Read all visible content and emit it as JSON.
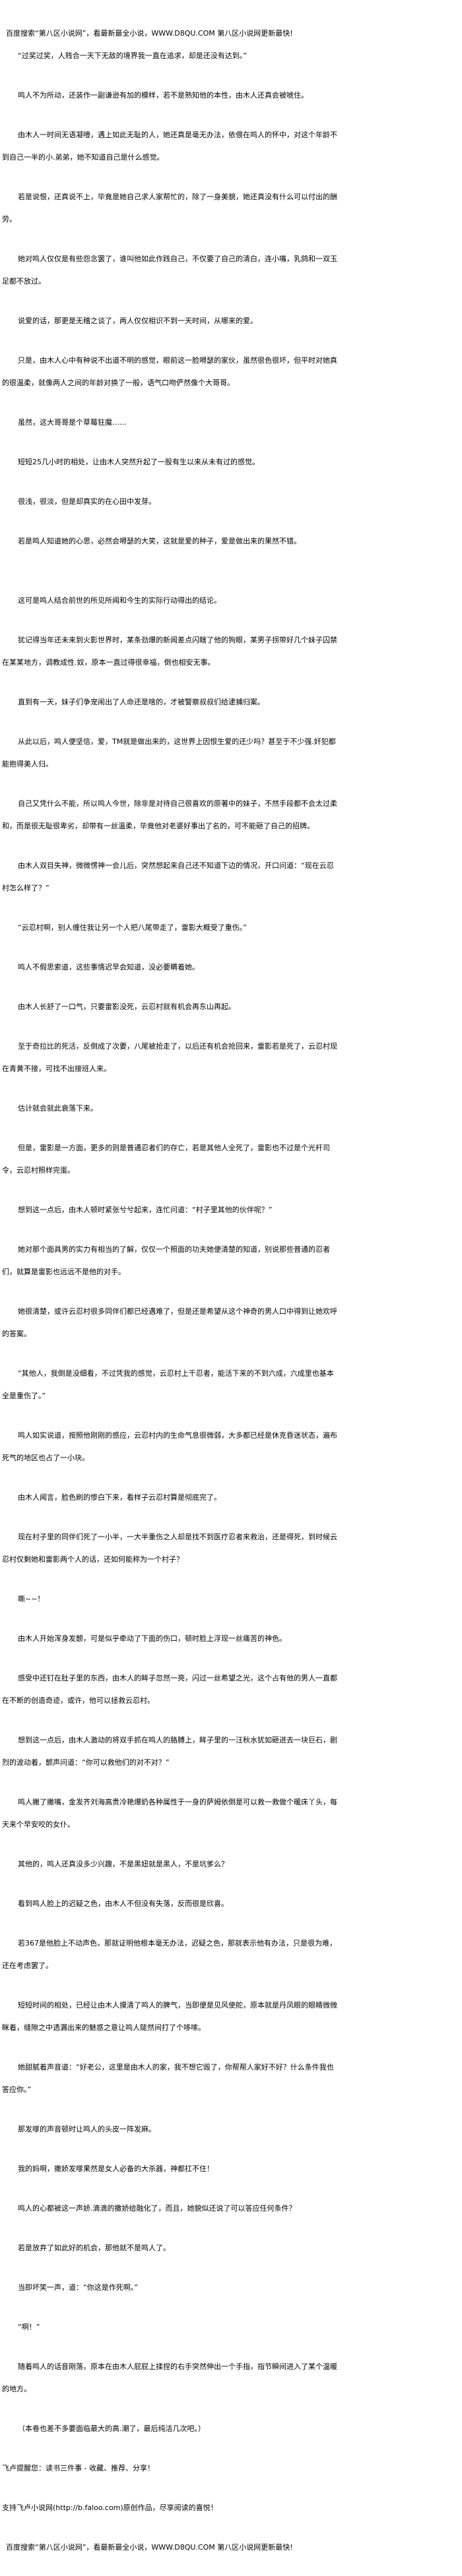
{
  "header_banner": "百度搜索“第八区小说网”，看最新最全小说，WWW.D8QU.COM  第八区小说网更新最快!",
  "paragraphs": [
    {
      "text": "“过奖过奖，人贱合一天下无敌的境界我一直在追求，却是还没有达到。”",
      "indent": true
    },
    {
      "text": "鸣人不为所动，还装作一副谦逊有加的模样，若不是熟知他的本性，由木人还真会被唬住。",
      "indent": true
    },
    {
      "text": "由木人一时间无语凝噎，遇上如此无耻的人，她还真是毫无办法，依偎在鸣人的怀中，对这个年龄不到自己一半的小.弟弟，她不知道自己是什么感觉。",
      "indent": true
    },
    {
      "text": "若是说恨，还真说不上，毕竟是她自己求人家帮忙的，除了一身美貌，她还真没有什么可以付出的酬劳。",
      "indent": true
    },
    {
      "text": "她对鸣人仅仅是有些怨念罢了，谁叫他如此作践自己，不仅要了自己的清白，连小嘴，乳鸽和一双玉足都不放过。",
      "indent": true
    },
    {
      "text": "说爱的话，那更是无稽之谈了，两人仅仅相识不到一天时间，从哪来的爱。",
      "indent": true
    },
    {
      "text": "只是，由木人心中有种说不出道不明的感觉，眼前这一脸嘚瑟的家伙，虽然很色很坏，但平时对她真的很温柔，就像两人之间的年龄对换了一般，语气口吻俨然像个大哥哥。",
      "indent": true
    },
    {
      "text": "虽然，这大哥哥是个草莓狂魔……",
      "indent": true
    },
    {
      "text": "短短25几小时的相处，让由木人突然升起了一股有生以来从未有过的感觉。",
      "indent": true
    },
    {
      "text": "很浅，很淡，但是却真实的在心田中发芽。",
      "indent": true
    },
    {
      "text": "若是鸣人知道她的心思，必然会嘚瑟的大笑，这就是爱的种子，爱是做出来的果然不错。",
      "indent": true
    },
    {
      "text": "这可是鸣人结合前世的所见所闻和今生的实际行动得出的结论。",
      "indent": true
    },
    {
      "text": "犹记得当年还未来到火影世界时，某条劲爆的新闻差点闪瞎了他的狗眼，某男子拐带好几个妹子囚禁在某某地方，调教成性.奴，原本一直过得很幸福，倒也相安无事。",
      "indent": true
    },
    {
      "text": "直到有一天，妹子们争宠闹出了人命还是啥的，才被警察叔叔们给逮捕归案。",
      "indent": true
    },
    {
      "text": "从此以后，鸣人便坚信，爱，TM就是做出来的，这世界上因恨生爱的还少吗？甚至于不少强.奸犯都能抱得美人归。",
      "indent": true
    },
    {
      "text": "自己又凭什么不能，所以鸣人今世，除非是对待自己很喜欢的原著中的妹子，不然手段都不会太过柔和，而是很无耻很卑劣，却带有一丝温柔，毕竟他对老婆好事出了名的，可不能砸了自己的招牌。",
      "indent": true
    },
    {
      "text": "由木人双目失神，微微愣神一会儿后，突然想起来自己还不知道下边的情况，开口问道：“现在云忍村怎么样了？”",
      "indent": true
    },
    {
      "text": "“云忍村啊，别人缠住我让另一个人把八尾带走了，雷影大概受了重伤。”",
      "indent": true
    },
    {
      "text": "鸣人不假思索道，这些事情迟早会知道，没必要瞒着她。",
      "indent": true
    },
    {
      "text": "由木人长舒了一口气，只要雷影没死，云忍村就有机会再东山再起。",
      "indent": true
    },
    {
      "text": "至于奇拉比的死活，反倒成了次要，八尾被抢走了，以后还有机会抢回来，雷影若是死了，云忍村现在青黄不接，可找不出接班人来。",
      "indent": true
    },
    {
      "text": "估计就会就此衰落下来。",
      "indent": true
    },
    {
      "text": "但是，雷影是一方面，更多的则是普通忍者们的存亡，若是其他人全死了，雷影也不过是个光杆司令，云忍村照样完蛋。",
      "indent": true
    },
    {
      "text": "想到这一点后，由木人顿时紧张兮兮起来，连忙问道：“村子里其他的伙伴呢？”",
      "indent": true
    },
    {
      "text": "她对那个面具男的实力有相当的了解，仅仅一个照面的功夫她便清楚的知道，别说那些普通的忍者们，就算是雷影也远远不是他的对手。",
      "indent": true
    },
    {
      "text": "她很清楚，或许云忍村很多同伴们都已经遇难了，但是还是希望从这个神奇的男人口中得到让她欢呼的答案。",
      "indent": true
    },
    {
      "text": "“其他人，我倒是没细看，不过凭我的感觉，云忍村上千忍者，能活下来的不到六成，六成里也基本全是重伤了。”",
      "indent": true
    },
    {
      "text": "鸣人如实说道，按照他刚刚的感应，云忍村内的生命气息很微弱，大多都已经是休克昏迷状态，遍布死气的地区也占了一小块。",
      "indent": true
    },
    {
      "text": "由木人闻言，脸色刷的惨白下来，看样子云忍村算是彻底完了。",
      "indent": true
    },
    {
      "text": "现在村子里的同伴们死了一小半，一大半重伤之人却是找不到医疗忍者来救治，还是得死，到时候云忍村仅剩她和雷影两个人的话，还如何能称为一个村子？",
      "indent": true
    },
    {
      "text": "嘶~~！",
      "indent": true
    },
    {
      "text": "由木人开始浑身发颤，可是似乎牵动了下面的伤口，顿时脸上浮现一丝痛苦的神色。",
      "indent": true
    },
    {
      "text": "感受中还钉在肚子里的东西，由木人的眸子忽然一亮，闪过一丝希望之光，这个占有他的男人一直都在不断的创造奇迹，或许，他可以拯救云忍村。",
      "indent": true
    },
    {
      "text": "想到这一点后，由木人激动的将双手抓在鸣人的胳膊上，眸子里的一汪秋水犹如砸进去一块巨石，剧烈的波动着，颤声问道：“你可以救他们的对不对？”",
      "indent": true
    },
    {
      "text": "鸣人撇了撇嘴，金发齐刘海高贵冷艳爆奶各种属性于一身的萨姆依倒是可以救一救做个暖床丫头，每天来个早安咬的女仆。",
      "indent": true
    },
    {
      "text": "其他的，鸣人还真没多少兴趣，不是黑妞就是黑人，不是坑爹么？",
      "indent": true
    },
    {
      "text": "看到鸣人脸上的迟疑之色，由木人不但没有失落，反而很是欣喜。",
      "indent": true
    },
    {
      "text": "若367是他脸上不动声色，那就证明他根本毫无办法，迟疑之色，那就表示他有办法，只是很为难，还在考虑罢了。",
      "indent": true
    },
    {
      "text": "短短时间的相处，已经让由木人摸清了鸣人的脾气，当即便是见风使舵，原本就是丹凤眼的眼睛微微眯着，缝隙之中透漏出来的魅惑之意让鸣人陡然间打了个哆嗦。",
      "indent": true
    },
    {
      "text": "她甜腻着声音道：“好老公，这里是由木人的家，我不想它毁了，你帮帮人家好不好？什么条件我也答应你。”",
      "indent": true
    },
    {
      "text": "那发嗲的声音顿时让鸣人的头皮一阵发麻。",
      "indent": true
    },
    {
      "text": "我的妈啊，撒娇发嗲果然是女人必备的大杀器，神都扛不住！",
      "indent": true
    },
    {
      "text": "鸣人的心都被这一声娇.滴滴的撒娇给融化了，而且，她貌似还说了可以答应任何条件？",
      "indent": true
    },
    {
      "text": "若是放弃了如此好的机会，那他就不是鸣人了。",
      "indent": true
    },
    {
      "text": "当即坏笑一声，道：“你这是作死啊。”",
      "indent": true
    },
    {
      "text": "“啊！”",
      "indent": true
    },
    {
      "text": "随着鸣人的话音刚落，原本在由木人屁屁上揉捏的右手突然伸出一个手指，指节瞬间进入了某个温暖的地方。",
      "indent": true
    },
    {
      "text": "（本卷也差不多要面临最大的高.潮了，最后纯洁几次吧。）",
      "indent": true
    },
    {
      "text": "飞卢提醒您：读书三件事 - 收藏、推荐、分享！",
      "indent": false
    },
    {
      "text": "支持飞卢小说网(http://b.faloo.com)原创作品，尽享阅读的喜悦！",
      "indent": false
    }
  ],
  "footer_banner": "百度搜索“第八区小说网”，看最新最全小说，WWW.D8QU.COM  第八区小说网更新最快!"
}
